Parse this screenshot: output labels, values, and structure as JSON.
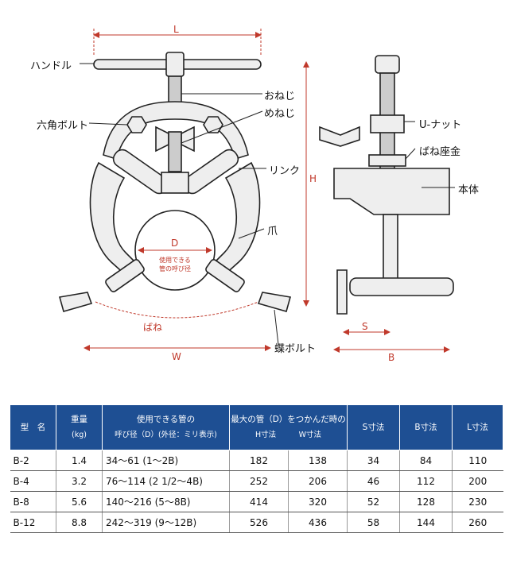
{
  "labels": {
    "handle": "ハンドル",
    "hex_bolt": "六角ボルト",
    "male_screw": "おねじ",
    "female_screw": "めねじ",
    "link": "リンク",
    "claw": "爪",
    "spring": "ばね",
    "wing_bolt": "蝶ボルト",
    "u_nut": "U-ナット",
    "spring_seat": "ばね座金",
    "body": "本体"
  },
  "dimensions": {
    "L": "L",
    "H": "H",
    "D": "D",
    "W": "W",
    "S": "S",
    "B": "B",
    "pipe_note_line1": "使用できる",
    "pipe_note_line2": "管の呼び径"
  },
  "table": {
    "headers": {
      "model": "型　名",
      "weight": "重量",
      "weight_unit": "(kg)",
      "pipe_size": "使用できる管の",
      "pipe_size_sub": "呼び径（D）(外径：ミリ表示)",
      "max_pipe": "最大の管（D）をつかんだ時の",
      "h_dim": "H寸法",
      "w_dim": "W寸法",
      "s_dim": "S寸法",
      "b_dim": "B寸法",
      "l_dim": "L寸法"
    },
    "rows": [
      {
        "model": "B-2",
        "weight": "1.4",
        "range": "34～61 (1～2B)",
        "h": "182",
        "w": "138",
        "s": "34",
        "b": "84",
        "l": "110"
      },
      {
        "model": "B-4",
        "weight": "3.2",
        "range": "76～114 (2 1/2～4B)",
        "h": "252",
        "w": "206",
        "s": "46",
        "b": "112",
        "l": "200"
      },
      {
        "model": "B-8",
        "weight": "5.6",
        "range": "140～216 (5～8B)",
        "h": "414",
        "w": "320",
        "s": "52",
        "b": "128",
        "l": "230"
      },
      {
        "model": "B-12",
        "weight": "8.8",
        "range": "242～319 (9～12B)",
        "h": "526",
        "w": "436",
        "s": "58",
        "b": "144",
        "l": "260"
      }
    ]
  }
}
